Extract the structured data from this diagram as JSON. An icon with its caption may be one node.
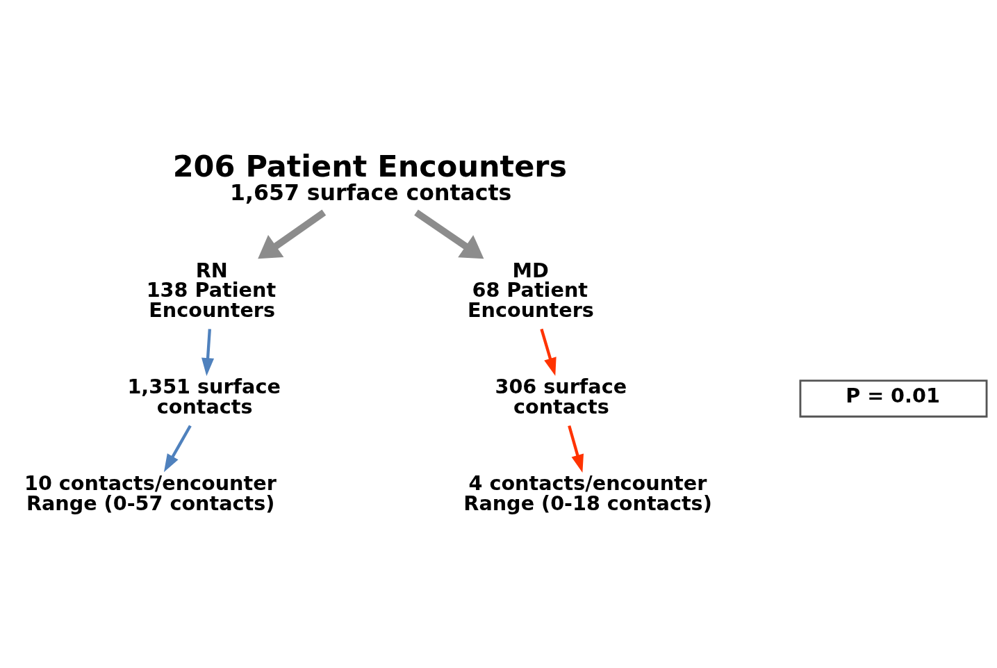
{
  "diagram": {
    "nodes": [
      {
        "text": [
          "206 Patient Encounters",
          "1,657 surface contacts"
        ]
      },
      {
        "text": [
          "RN",
          "138 Patient Encounters"
        ]
      },
      {
        "text": [
          "MD",
          "68 Patient Encounters"
        ]
      },
      {
        "text": [
          "1,351 surface contacts"
        ]
      },
      {
        "text": [
          "306 surface contacts"
        ]
      },
      {
        "text": [
          "10 contacts/encounter",
          "Range (0-57 contacts)"
        ]
      },
      {
        "text": [
          "4 contacts/encounter",
          "Range (0-18 contacts)"
        ]
      },
      {
        "text": [
          "P = 0.01"
        ]
      }
    ],
    "edges": [
      {
        "from": 0,
        "to": 1,
        "arrow": "to",
        "style": "thick",
        "color": "#8c8c8c"
      },
      {
        "from": 0,
        "to": 2,
        "arrow": "to",
        "style": "thick",
        "color": "#8c8c8c"
      },
      {
        "from": 1,
        "to": 3,
        "arrow": "to",
        "color": "#4f81bd"
      },
      {
        "from": 3,
        "to": 5,
        "arrow": "to",
        "color": "#4f81bd"
      },
      {
        "from": 2,
        "to": 4,
        "arrow": "to",
        "color": "#ff3300"
      },
      {
        "from": 4,
        "to": 6,
        "arrow": "to",
        "color": "#ff3300"
      }
    ]
  }
}
